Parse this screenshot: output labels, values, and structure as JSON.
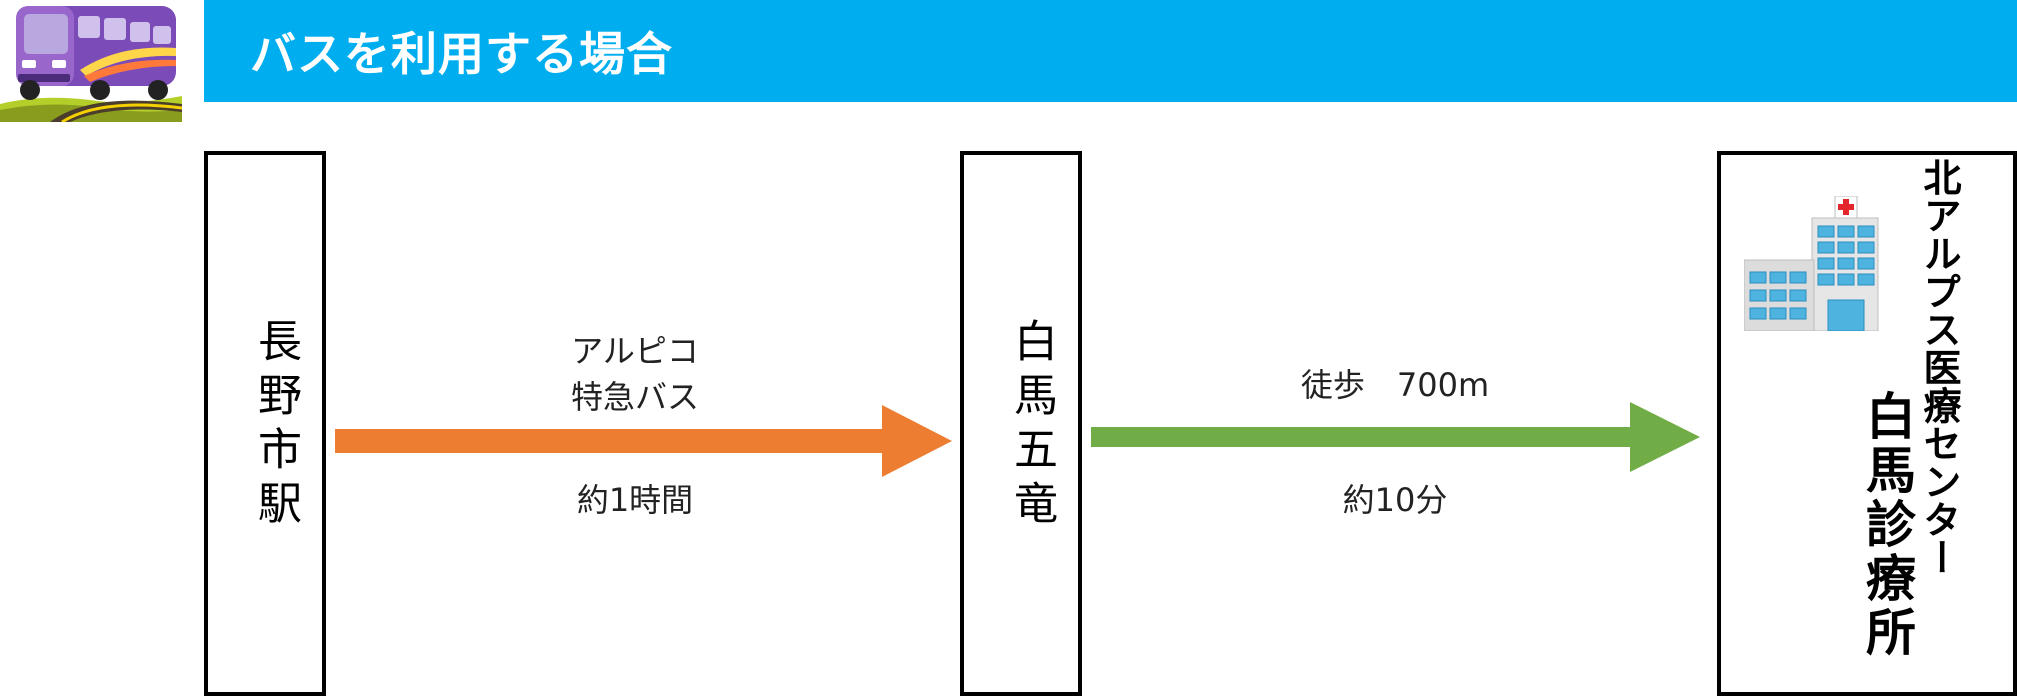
{
  "header": {
    "title": "バスを利用する場合",
    "banner_color": "#00aeef"
  },
  "icons": {
    "bus": "bus-icon",
    "hospital": "hospital-icon"
  },
  "route": {
    "origin": {
      "label": "長野市駅"
    },
    "stop": {
      "label": "白馬五竜"
    },
    "destination": {
      "org": "北アルプス医療センター",
      "name": "白馬診療所"
    },
    "leg1": {
      "mode_line1": "アルピコ",
      "mode_line2": "特急バス",
      "duration": "約1時間",
      "color": "#ed7d31"
    },
    "leg2": {
      "mode": "徒歩　700m",
      "duration": "約10分",
      "color": "#70ad47"
    }
  }
}
